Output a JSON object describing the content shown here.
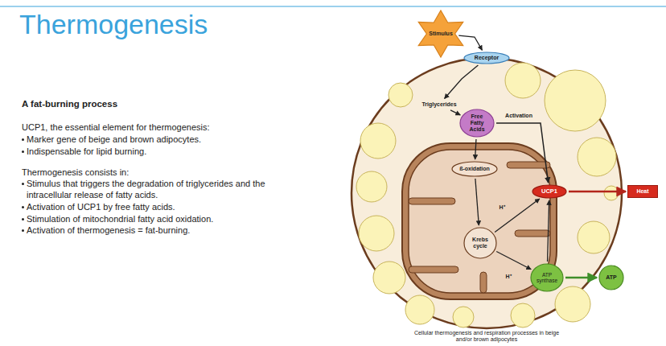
{
  "diagram": {
    "title": "Thermogenesis",
    "caption": "Cellular thermogenesis and respiration processes in beige and/or brown adipocytes",
    "nodes": [
      {
        "text": [
          "Stimulus"
        ]
      },
      {
        "text": [
          "Receptor"
        ]
      },
      {
        "text": [
          "Triglycerides"
        ]
      },
      {
        "text": [
          "Free Fatty Acids"
        ]
      },
      {
        "text": [
          "ß-oxidation"
        ]
      },
      {
        "text": [
          "UCP1"
        ]
      },
      {
        "text": [
          "Heat"
        ]
      },
      {
        "text": [
          "Krebs cycle"
        ]
      },
      {
        "text": [
          "ATP synthase"
        ]
      },
      {
        "text": [
          "ATP"
        ]
      }
    ],
    "edges": [
      {
        "from": 0,
        "to": 1,
        "arrow": "to"
      },
      {
        "from": 1,
        "to": 2,
        "arrow": "to"
      },
      {
        "from": 2,
        "to": 3,
        "arrow": "to"
      },
      {
        "from": 3,
        "to": 4,
        "arrow": "to"
      },
      {
        "from": 3,
        "to": 5,
        "label": "Activation",
        "arrow": "to"
      },
      {
        "from": 4,
        "to": 7,
        "arrow": "to"
      },
      {
        "from": 7,
        "to": 5,
        "label": "H⁺",
        "arrow": "to"
      },
      {
        "from": 7,
        "to": 8,
        "label": "H⁺",
        "arrow": "to"
      },
      {
        "from": 8,
        "to": 5,
        "arrow": "to"
      },
      {
        "from": 5,
        "to": 6,
        "arrow": "to"
      },
      {
        "from": 8,
        "to": 9,
        "arrow": "to"
      }
    ],
    "labels": [
      "A fat-burning process",
      "UCP1, the essential element for thermogenesis:",
      "Marker gene of beige and brown adipocytes.",
      "Indispensable for lipid burning.",
      "Thermogenesis consists in:",
      "Stimulus that triggers the degradation of triglycerides and the intracellular release of fatty acids.",
      "Activation of UCP1 by free fatty acids.",
      "Stimulation of mitochondrial fatty acid oxidation.",
      "Activation of thermogenesis = fat-burning."
    ]
  }
}
